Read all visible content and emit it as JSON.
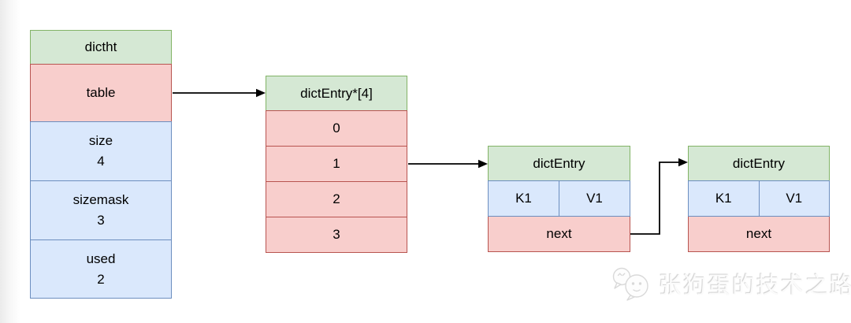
{
  "diagram": {
    "dictht_block": {
      "title": "dictht",
      "table_row": "table",
      "fields": [
        {
          "label": "size",
          "value": "4"
        },
        {
          "label": "sizemask",
          "value": "3"
        },
        {
          "label": "used",
          "value": "2"
        }
      ]
    },
    "bucket_block": {
      "title": "dictEntry*[4]",
      "slots": [
        "0",
        "1",
        "2",
        "3"
      ]
    },
    "entry_block_1": {
      "title": "dictEntry",
      "key": "K1",
      "value": "V1",
      "next": "next"
    },
    "entry_block_2": {
      "title": "dictEntry",
      "key": "K1",
      "value": "V1",
      "next": "next"
    }
  },
  "colors": {
    "header_fill": "#d5e8d4",
    "header_border": "#82b366",
    "pointer_fill": "#f8cecc",
    "pointer_border": "#b85450",
    "value_fill": "#dae8fc",
    "value_border": "#6c8ebf",
    "arrow": "#000000",
    "watermark": "#e3e3e3"
  },
  "watermark": {
    "text": "张狗蛋的技术之路"
  }
}
